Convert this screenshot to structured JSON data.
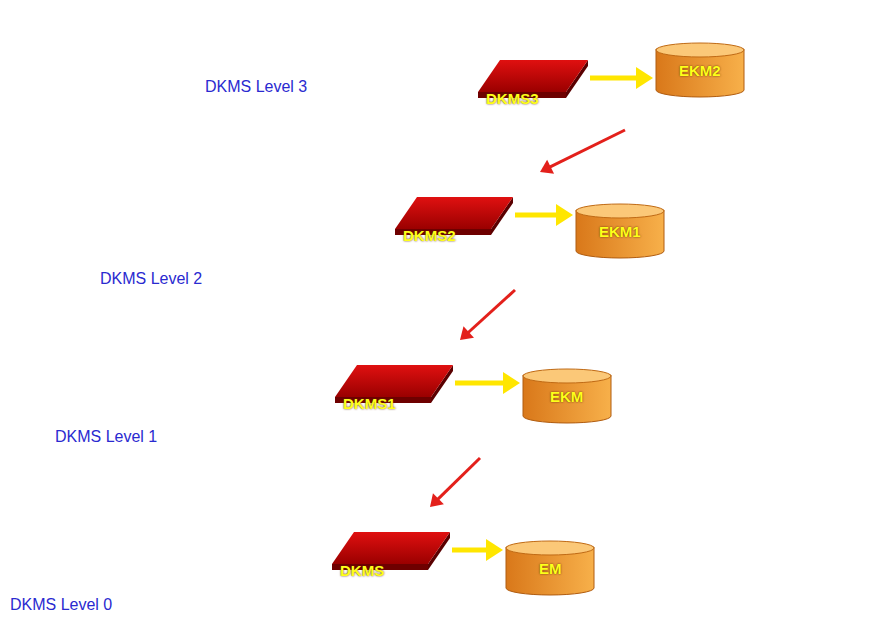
{
  "diagram": {
    "nodes": [
      {
        "text": [
          "DKMS Level 3"
        ]
      },
      {
        "text": [
          "DKMS3"
        ],
        "in": 0
      },
      {
        "text": [
          "EKM2"
        ],
        "in": 0
      },
      {
        "text": [
          "DKMS Level 2"
        ]
      },
      {
        "text": [
          "DKMS2"
        ],
        "in": 3
      },
      {
        "text": [
          "EKM1"
        ],
        "in": 3
      },
      {
        "text": [
          "DKMS Level 1"
        ]
      },
      {
        "text": [
          "DKMS1"
        ],
        "in": 6
      },
      {
        "text": [
          "EKM"
        ],
        "in": 6
      },
      {
        "text": [
          "DKMS Level 0"
        ]
      },
      {
        "text": [
          "DKMS"
        ],
        "in": 9
      },
      {
        "text": [
          "EM"
        ],
        "in": 9
      }
    ],
    "edges": [
      {
        "from": 1,
        "to": 2,
        "arrow": "to"
      },
      {
        "from": 4,
        "to": 5,
        "arrow": "to"
      },
      {
        "from": 7,
        "to": 8,
        "arrow": "to"
      },
      {
        "from": 10,
        "to": 11,
        "arrow": "to"
      },
      {
        "from": 0,
        "to": 3,
        "arrow": "to"
      },
      {
        "from": 3,
        "to": 6,
        "arrow": "to"
      },
      {
        "from": 6,
        "to": 9,
        "arrow": "to"
      }
    ]
  }
}
